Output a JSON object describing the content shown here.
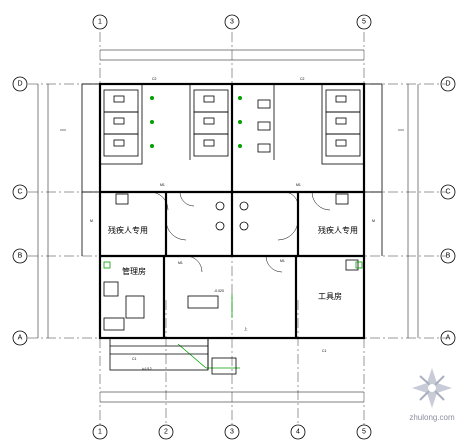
{
  "axis_labels": {
    "top": [
      "1",
      "3",
      "5"
    ],
    "bottom": [
      "1",
      "2",
      "3",
      "4",
      "5"
    ],
    "left": [
      "D",
      "C",
      "B",
      "A"
    ],
    "right": [
      "D",
      "C",
      "B",
      "A"
    ]
  },
  "rooms": {
    "management": "管理房",
    "tools": "工具房",
    "disabled_left": "残疾人专用",
    "disabled_right": "残疾人专用"
  },
  "labels": {
    "elevation": "-0.020",
    "up": "上",
    "c1_left": "C1",
    "c1_right": "C1",
    "c2_left": "C2",
    "c2_right": "C2",
    "m1a": "M1",
    "m1b": "M1",
    "m1c": "M1",
    "m1d": "M1",
    "slope": "i=1/12",
    "m_left": "M",
    "m_right": "M"
  },
  "watermark": "zhulong.com",
  "colors": {
    "line": "#000000",
    "accent": "#00a000",
    "watermark": "#8a8fa0"
  }
}
